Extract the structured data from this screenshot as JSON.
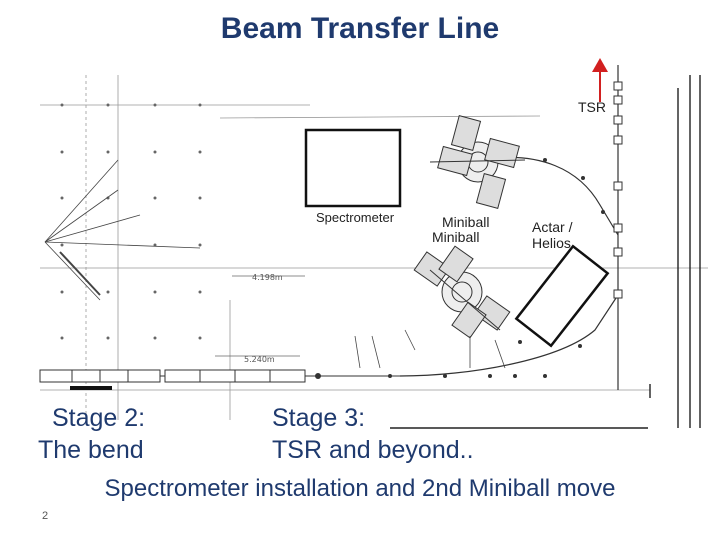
{
  "slide": {
    "title": "Beam Transfer Line",
    "page_number": "2"
  },
  "labels": {
    "tsr": "TSR",
    "spectrometer": "Spectrometer",
    "miniball_a": "Miniball",
    "miniball_b": "Miniball",
    "actar_line1": "Actar /",
    "actar_line2": "Helios",
    "dim_upper": "4.198m",
    "dim_lower": "5.240m"
  },
  "stages": {
    "stage2_line1": "Stage 2:",
    "stage2_line2": "The bend",
    "stage3_line1": "Stage 3:",
    "stage3_line2": "TSR and beyond.."
  },
  "caption": "Spectrometer installation and 2nd Miniball move",
  "colors": {
    "title": "#1f3a6e",
    "arrow": "#d22020",
    "drawing": "#333333"
  }
}
